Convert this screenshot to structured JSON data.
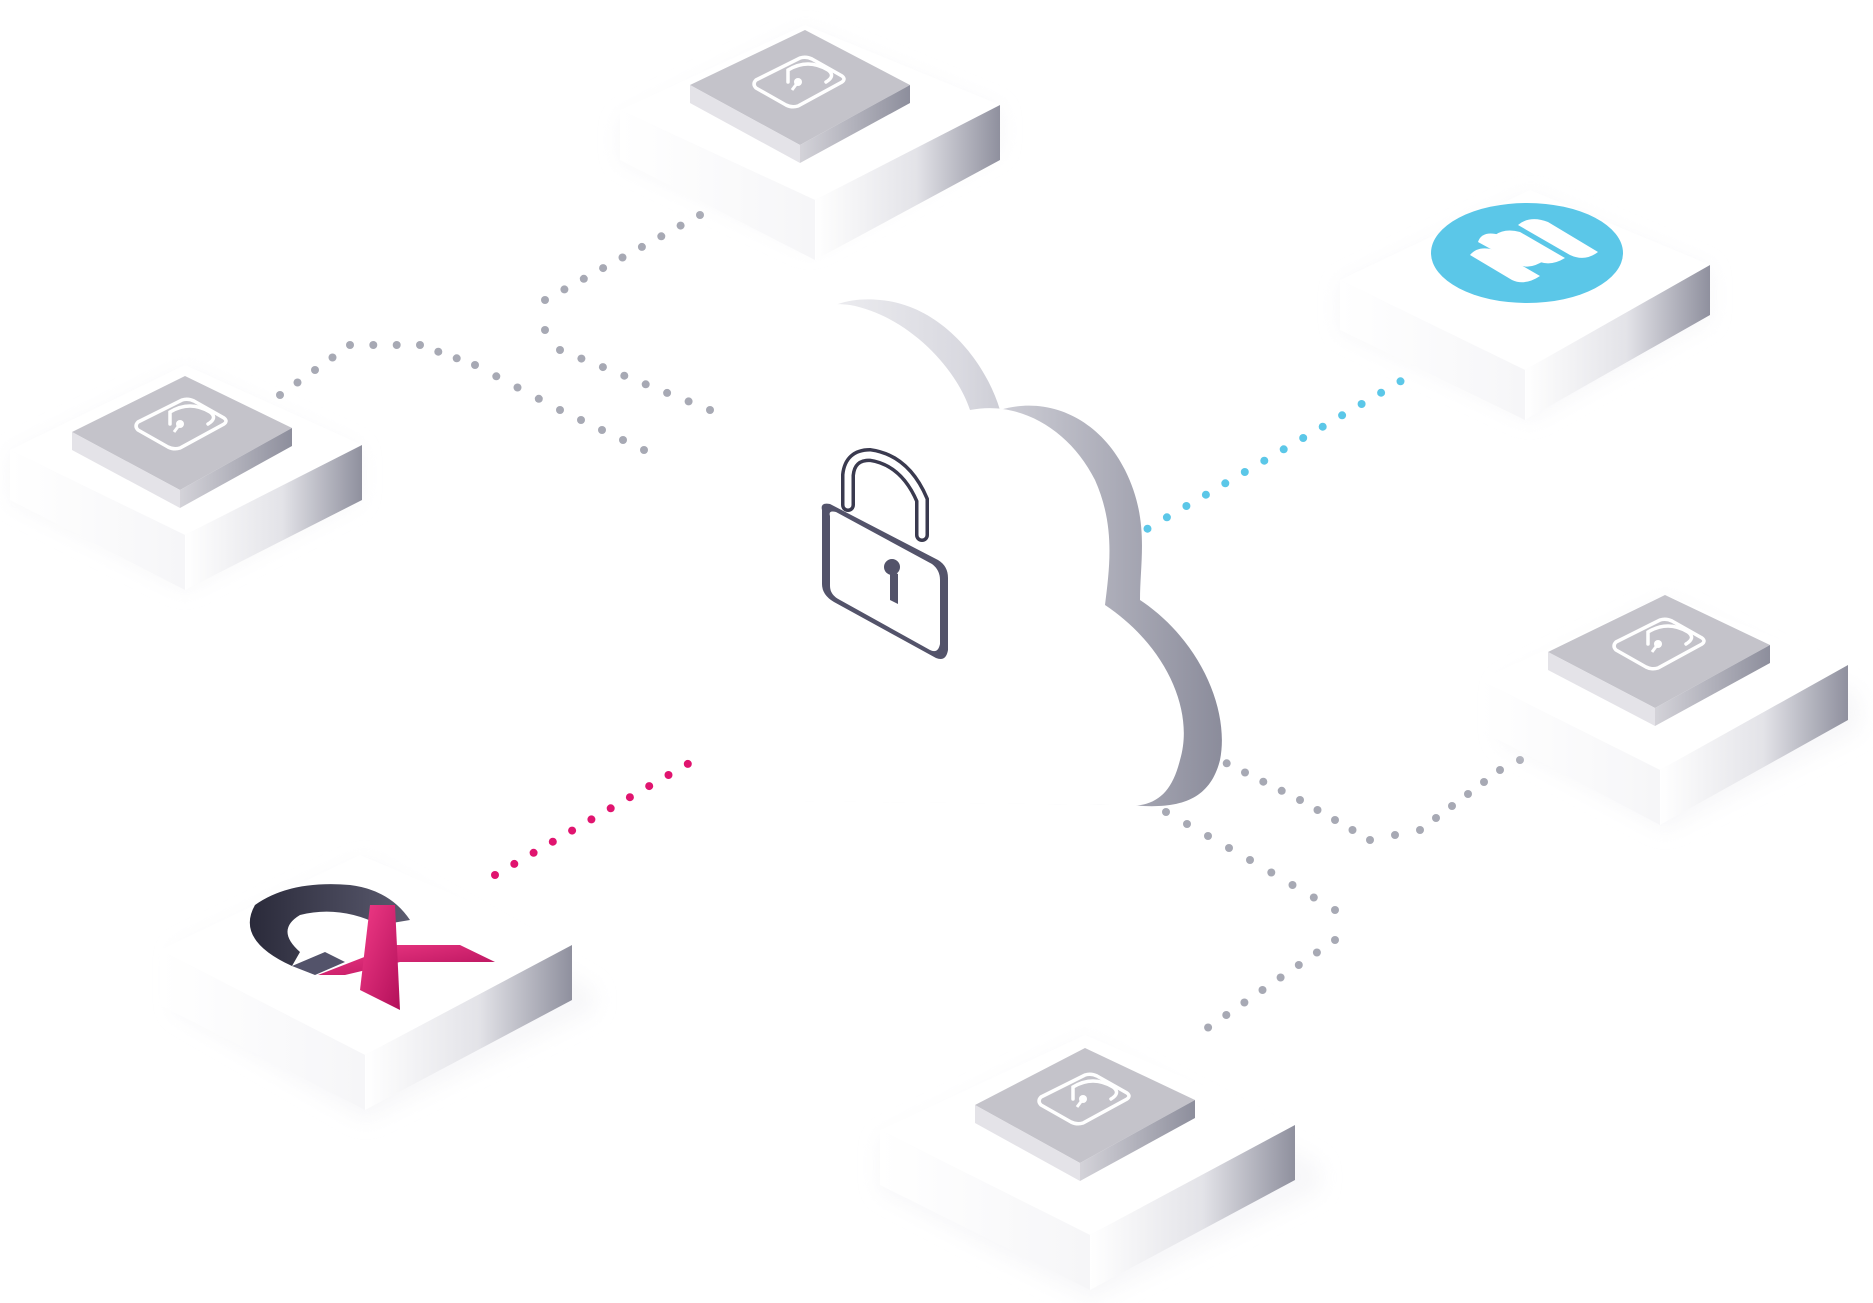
{
  "diagram": {
    "hub": {
      "icon": "lock-icon",
      "shape": "cloud"
    },
    "nodes": [
      {
        "id": "top",
        "icon": "padlock-icon",
        "connector_color": "#a7a9b4",
        "locked": true
      },
      {
        "id": "left",
        "icon": "padlock-icon",
        "connector_color": "#a7a9b4",
        "locked": true
      },
      {
        "id": "right-top",
        "icon": "waves-logo-icon",
        "connector_color": "#5bc7e8",
        "locked": false
      },
      {
        "id": "right",
        "icon": "padlock-icon",
        "connector_color": "#a7a9b4",
        "locked": true
      },
      {
        "id": "bottom-left",
        "icon": "ribbon-logo-icon",
        "connector_color": "#e0146f",
        "locked": false
      },
      {
        "id": "bottom",
        "icon": "padlock-icon",
        "connector_color": "#a7a9b4",
        "locked": true
      }
    ],
    "colors": {
      "accent_cyan": "#5bc7e8",
      "accent_pink": "#e0146f",
      "dots_gray": "#a7a9b4",
      "lock_stroke": "#53536a",
      "tile_face": "#c4c3ca",
      "tile_side": "#8f909e"
    }
  }
}
